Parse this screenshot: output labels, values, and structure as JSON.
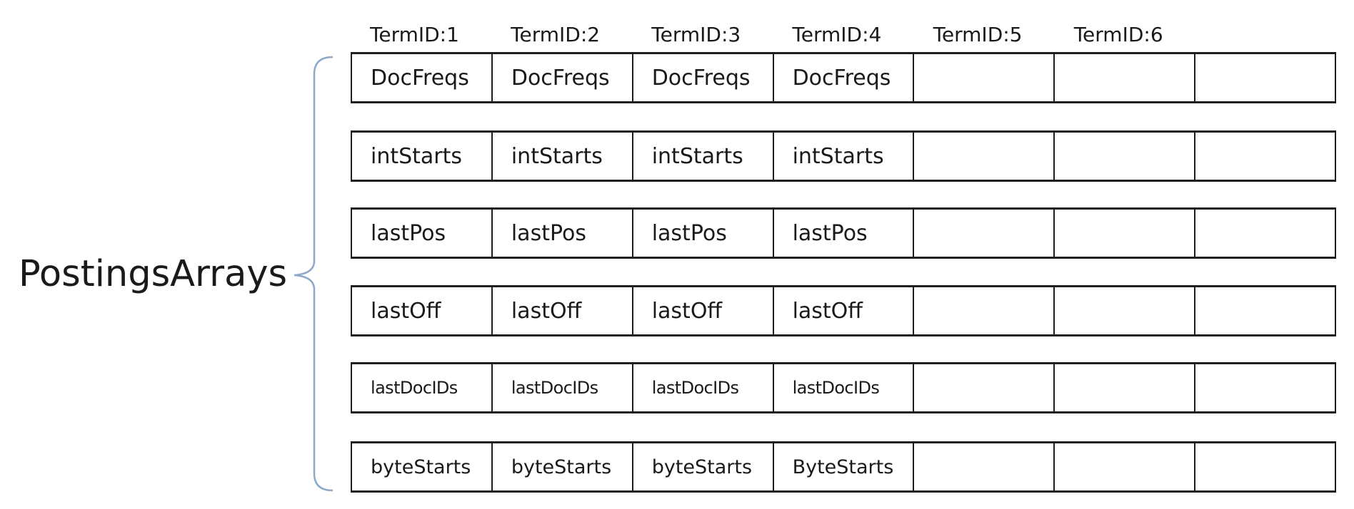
{
  "diagram": {
    "label": "PostingsArrays",
    "headers": [
      "TermID:1",
      "TermID:2",
      "TermID:3",
      "TermID:4",
      "TermID:5",
      "TermID:6",
      ""
    ],
    "rows": [
      {
        "cells": [
          "DocFreqs",
          "DocFreqs",
          "DocFreqs",
          "DocFreqs",
          "",
          "",
          ""
        ]
      },
      {
        "cells": [
          "intStarts",
          "intStarts",
          "intStarts",
          "intStarts",
          "",
          "",
          ""
        ]
      },
      {
        "cells": [
          "lastPos",
          "lastPos",
          "lastPos",
          "lastPos",
          "",
          "",
          ""
        ]
      },
      {
        "cells": [
          "lastOff",
          "lastOff",
          "lastOff",
          "lastOff",
          "",
          "",
          ""
        ]
      },
      {
        "cells": [
          "lastDocIDs",
          "lastDocIDs",
          "lastDocIDs",
          "lastDocIDs",
          "",
          "",
          ""
        ]
      },
      {
        "cells": [
          "byteStarts",
          "byteStarts",
          "byteStarts",
          "ByteStarts",
          "",
          "",
          ""
        ]
      }
    ],
    "colors": {
      "brace": "#8ea9c8",
      "border": "#1e1e1e",
      "text": "#1a1a1a"
    }
  }
}
